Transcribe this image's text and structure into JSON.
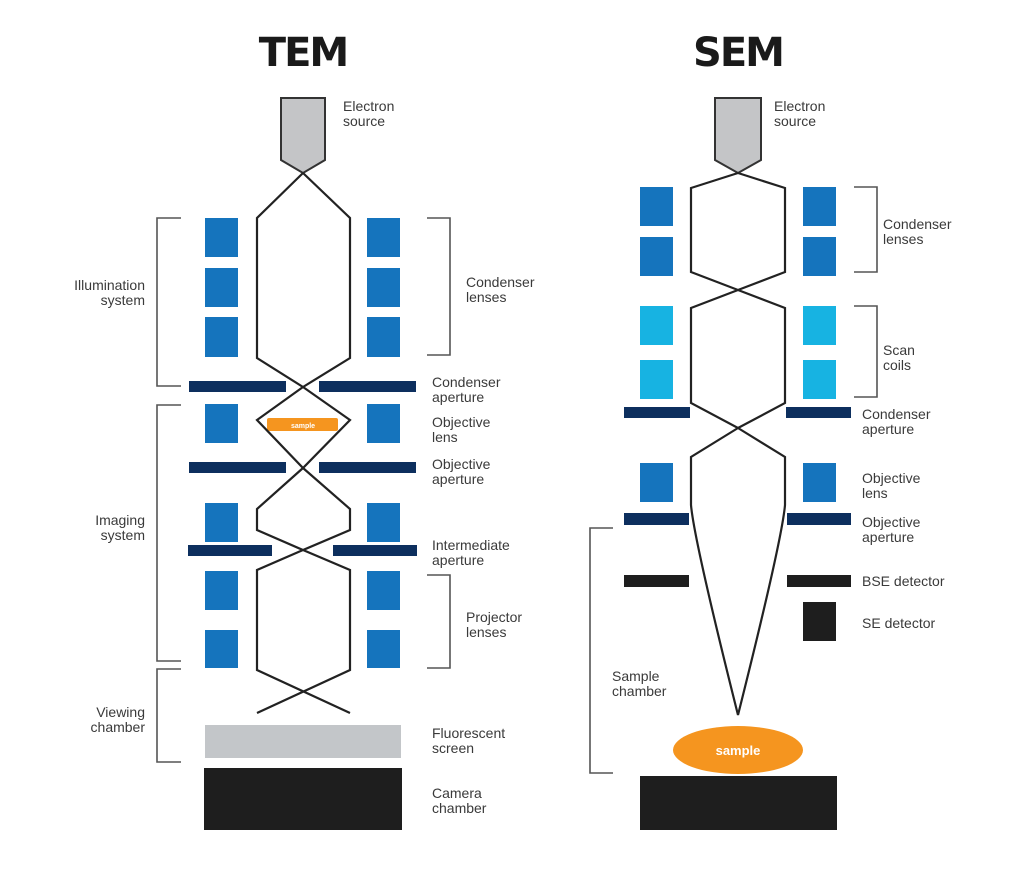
{
  "tem": {
    "title": "TEM",
    "sample_label": "sample",
    "labels": {
      "electron_source": [
        "Electron",
        "source"
      ],
      "illumination_system": [
        "Illumination",
        "system"
      ],
      "condenser_lenses": [
        "Condenser",
        "lenses"
      ],
      "condenser_aperture": [
        "Condenser",
        "aperture"
      ],
      "objective_lens": [
        "Objective",
        "lens"
      ],
      "objective_aperture": [
        "Objective",
        "aperture"
      ],
      "imaging_system": [
        "Imaging",
        "system"
      ],
      "intermediate_aperture": [
        "Intermediate",
        "aperture"
      ],
      "projector_lenses": [
        "Projector",
        "lenses"
      ],
      "viewing_chamber": [
        "Viewing",
        "chamber"
      ],
      "fluorescent_screen": [
        "Fluorescent",
        "screen"
      ],
      "camera_chamber": [
        "Camera",
        "chamber"
      ]
    }
  },
  "sem": {
    "title": "SEM",
    "sample_label": "sample",
    "labels": {
      "electron_source": [
        "Electron",
        "source"
      ],
      "condenser_lenses": [
        "Condenser",
        "lenses"
      ],
      "scan_coils": [
        "Scan",
        "coils"
      ],
      "condenser_aperture": [
        "Condenser",
        "aperture"
      ],
      "objective_lens": [
        "Objective",
        "lens"
      ],
      "objective_aperture": [
        "Objective",
        "aperture"
      ],
      "bse_detector": [
        "BSE detector"
      ],
      "se_detector": [
        "SE detector"
      ],
      "sample_chamber": [
        "Sample",
        "chamber"
      ]
    }
  },
  "colors": {
    "lens": "#1574bd",
    "scan_coil": "#17b3e2",
    "aperture": "#0d2f5e",
    "sample": "#f5951f",
    "fluorescent_screen": "#c3c6c9",
    "chamber": "#1e1e1e",
    "electron_source": "#c4c5c7"
  }
}
